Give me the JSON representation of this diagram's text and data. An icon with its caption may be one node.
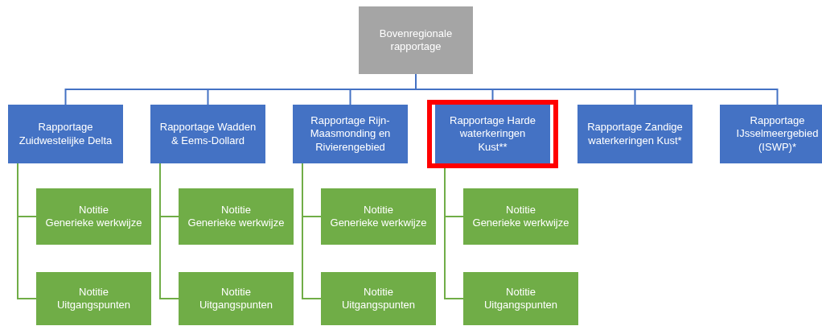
{
  "diagram": {
    "nodes": [
      {
        "text": [
          "Bovenregionale rapportage"
        ]
      },
      {
        "text": [
          "Rapportage Zuidwestelijke Delta"
        ]
      },
      {
        "text": [
          "Rapportage Wadden & Eems-Dollard"
        ]
      },
      {
        "text": [
          "Rapportage Rijn-Maasmonding en Rivierengebied"
        ]
      },
      {
        "text": [],
        "shape": "box"
      },
      {
        "text": [
          "Rapportage Harde waterkeringen Kust**"
        ],
        "in": 4
      },
      {
        "text": [
          "Rapportage Zandige waterkeringen Kust*"
        ]
      },
      {
        "text": [
          "Rapportage IJsselmeergebied (ISWP)*"
        ]
      },
      {
        "text": [
          "Notitie",
          "Generieke werkwijze"
        ]
      },
      {
        "text": [
          "Notitie",
          "Uitgangspunten"
        ]
      },
      {
        "text": [
          "Notitie",
          "Generieke werkwijze"
        ]
      },
      {
        "text": [
          "Notitie",
          "Uitgangspunten"
        ]
      },
      {
        "text": [
          "Notitie",
          "Generieke werkwijze"
        ]
      },
      {
        "text": [
          "Notitie",
          "Uitgangspunten"
        ]
      },
      {
        "text": [
          "Notitie",
          "Generieke werkwijze"
        ]
      },
      {
        "text": [
          "Notitie",
          "Uitgangspunten"
        ]
      }
    ],
    "edges": [
      {
        "from": 0,
        "to": 1,
        "arrow": "none",
        "color": "#4472c4"
      },
      {
        "from": 0,
        "to": 2,
        "arrow": "none",
        "color": "#4472c4"
      },
      {
        "from": 0,
        "to": 3,
        "arrow": "none",
        "color": "#4472c4"
      },
      {
        "from": 0,
        "to": 5,
        "arrow": "none",
        "color": "#4472c4"
      },
      {
        "from": 0,
        "to": 6,
        "arrow": "none",
        "color": "#4472c4"
      },
      {
        "from": 0,
        "to": 7,
        "arrow": "none",
        "color": "#4472c4"
      },
      {
        "from": 1,
        "to": 8,
        "arrow": "none"
      },
      {
        "from": 1,
        "to": 9,
        "arrow": "none"
      },
      {
        "from": 2,
        "to": 10,
        "arrow": "none"
      },
      {
        "from": 2,
        "to": 11,
        "arrow": "none"
      },
      {
        "from": 3,
        "to": 12,
        "arrow": "none"
      },
      {
        "from": 3,
        "to": 13,
        "arrow": "none"
      },
      {
        "from": 5,
        "to": 14,
        "arrow": "none"
      },
      {
        "from": 5,
        "to": 15,
        "arrow": "none"
      }
    ]
  }
}
